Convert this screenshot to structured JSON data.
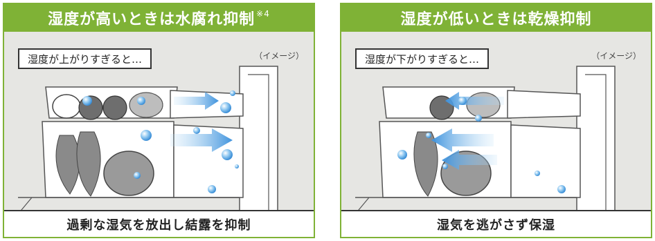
{
  "panels": [
    {
      "title": "湿度が高いときは水腐れ抑制",
      "title_note": "※4",
      "label": "湿度が上がりすぎると…",
      "image_note": "（イメージ）",
      "caption": "過剰な湿気を放出し結露を抑制"
    },
    {
      "title": "湿度が低いときは乾燥抑制",
      "title_note": "",
      "label": "湿度が下がりすぎると…",
      "image_note": "（イメージ）",
      "caption": "湿気を逃がさず保湿"
    }
  ],
  "colors": {
    "accent_green": "#7fb236",
    "arrow_blue": "#4a9ee0",
    "bubble_blue": "#3b8fd6"
  }
}
